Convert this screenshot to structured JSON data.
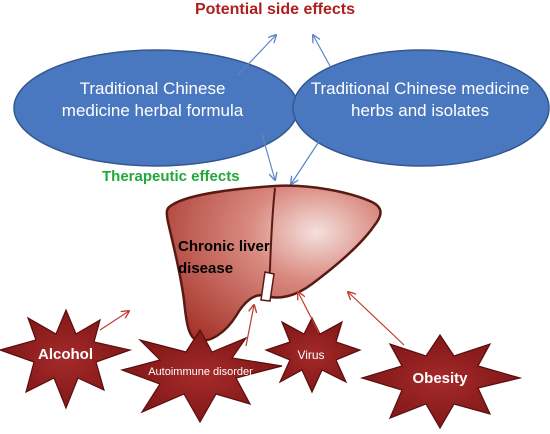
{
  "title": "Potential side effects",
  "therapeutic": "Therapeutic effects",
  "ovals": {
    "formula": "Traditional Chinese medicine herbal formula",
    "herbs": "Traditional Chinese medicine herbs and isolates"
  },
  "liver": "Chronic liver disease",
  "causes": {
    "alcohol": "Alcohol",
    "autoimmune": "Autoimmune disorder",
    "virus": "Virus",
    "obesity": "Obesity"
  },
  "colors": {
    "oval_fill": "#4a78c0",
    "oval_stroke": "#33578f",
    "arrow_blue": "#5b86c6",
    "arrow_red": "#c0392b",
    "star_fill": "#8b1c1c",
    "liver_fill": "#b23a2e",
    "title_color": "#b01e1e",
    "therapeutic_color": "#22a83a"
  }
}
